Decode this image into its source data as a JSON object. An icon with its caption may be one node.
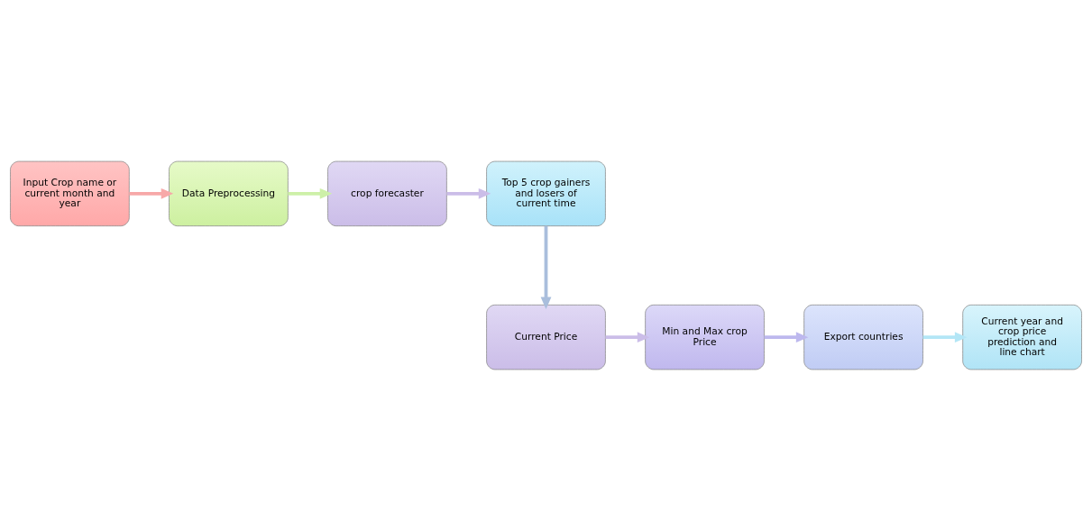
{
  "diagram": {
    "nodes": [
      {
        "text": [
          "Input Crop name or current month and year"
        ]
      },
      {
        "text": [
          "Data Preprocessing"
        ]
      },
      {
        "text": [
          "crop forecaster"
        ]
      },
      {
        "text": [
          "Top 5 crop gainers and losers of current time"
        ]
      },
      {
        "text": [
          "Current Price"
        ]
      },
      {
        "text": [
          "Min and Max crop Price"
        ]
      },
      {
        "text": [
          "Export countries"
        ]
      },
      {
        "text": [
          "Current year and crop price prediction and line chart"
        ]
      }
    ],
    "edges": [
      {
        "from": 0,
        "to": 1,
        "arrow": "to",
        "color": "#f7a8a8"
      },
      {
        "from": 1,
        "to": 2,
        "arrow": "to",
        "color": "#cdf0a8"
      },
      {
        "from": 2,
        "to": 3,
        "arrow": "to",
        "color": "#cbbde8"
      },
      {
        "from": 3,
        "to": 4,
        "arrow": "to",
        "color": "#a9bedc"
      },
      {
        "from": 4,
        "to": 5,
        "arrow": "to",
        "color": "#cbbde8"
      },
      {
        "from": 5,
        "to": 6,
        "arrow": "to",
        "color": "#bdb8ee"
      },
      {
        "from": 6,
        "to": 7,
        "arrow": "to",
        "color": "#b3e6f6"
      }
    ]
  }
}
